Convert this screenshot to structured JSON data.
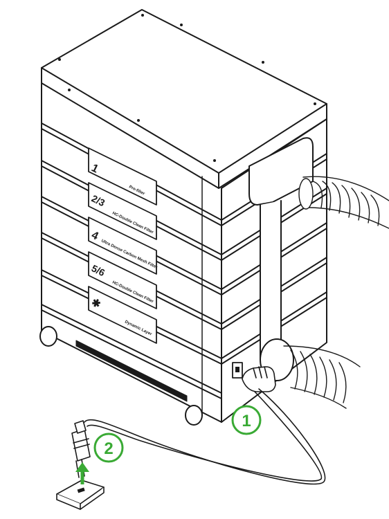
{
  "filter_layers": [
    {
      "number": "1",
      "name": "Pre-filter"
    },
    {
      "number": "2/3",
      "name": "HC-Double Clean Filter"
    },
    {
      "number": "4",
      "name": "Ultra Dense Carbon Mesh Filter"
    },
    {
      "number": "5/6",
      "name": "HC-Double Clean Filter"
    },
    {
      "number": "✱",
      "name": "Dynamic Layer"
    }
  ],
  "steps": [
    {
      "number": "1"
    },
    {
      "number": "2"
    }
  ],
  "colors": {
    "step_accent": "#3aaa35",
    "line": "#1a1a1a"
  },
  "icons": [
    "plug-icon",
    "power-outlet-icon",
    "hand-icon",
    "up-arrow-icon"
  ]
}
